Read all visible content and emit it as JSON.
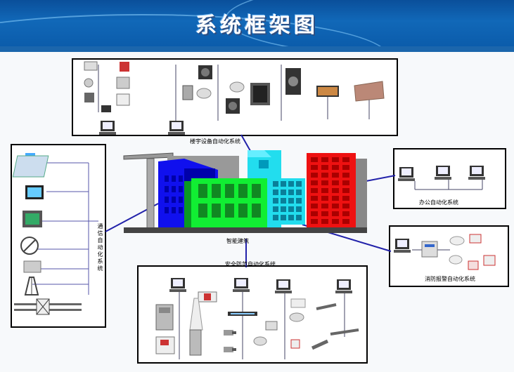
{
  "title": "系统框架图",
  "center_label": "智能建筑",
  "systems": {
    "top": "楼宇设备自动化系统",
    "left": "通信自动化系统",
    "right_top": "办公自动化系统",
    "right_bottom": "消防报警自动化系统",
    "bottom": "安全防范自动化系统"
  },
  "colors": {
    "header": "#0b5cab",
    "building_blue": "#1010ee",
    "building_green": "#11ee33",
    "building_cyan": "#22ddee",
    "building_red": "#ee1111",
    "link_line": "#2222aa"
  },
  "icons": [
    "workstation-icon",
    "speaker-icon",
    "fax-machine-icon",
    "monitor-icon",
    "satellite-dish-icon",
    "antenna-tower-icon",
    "camera-icon",
    "printer-icon"
  ]
}
